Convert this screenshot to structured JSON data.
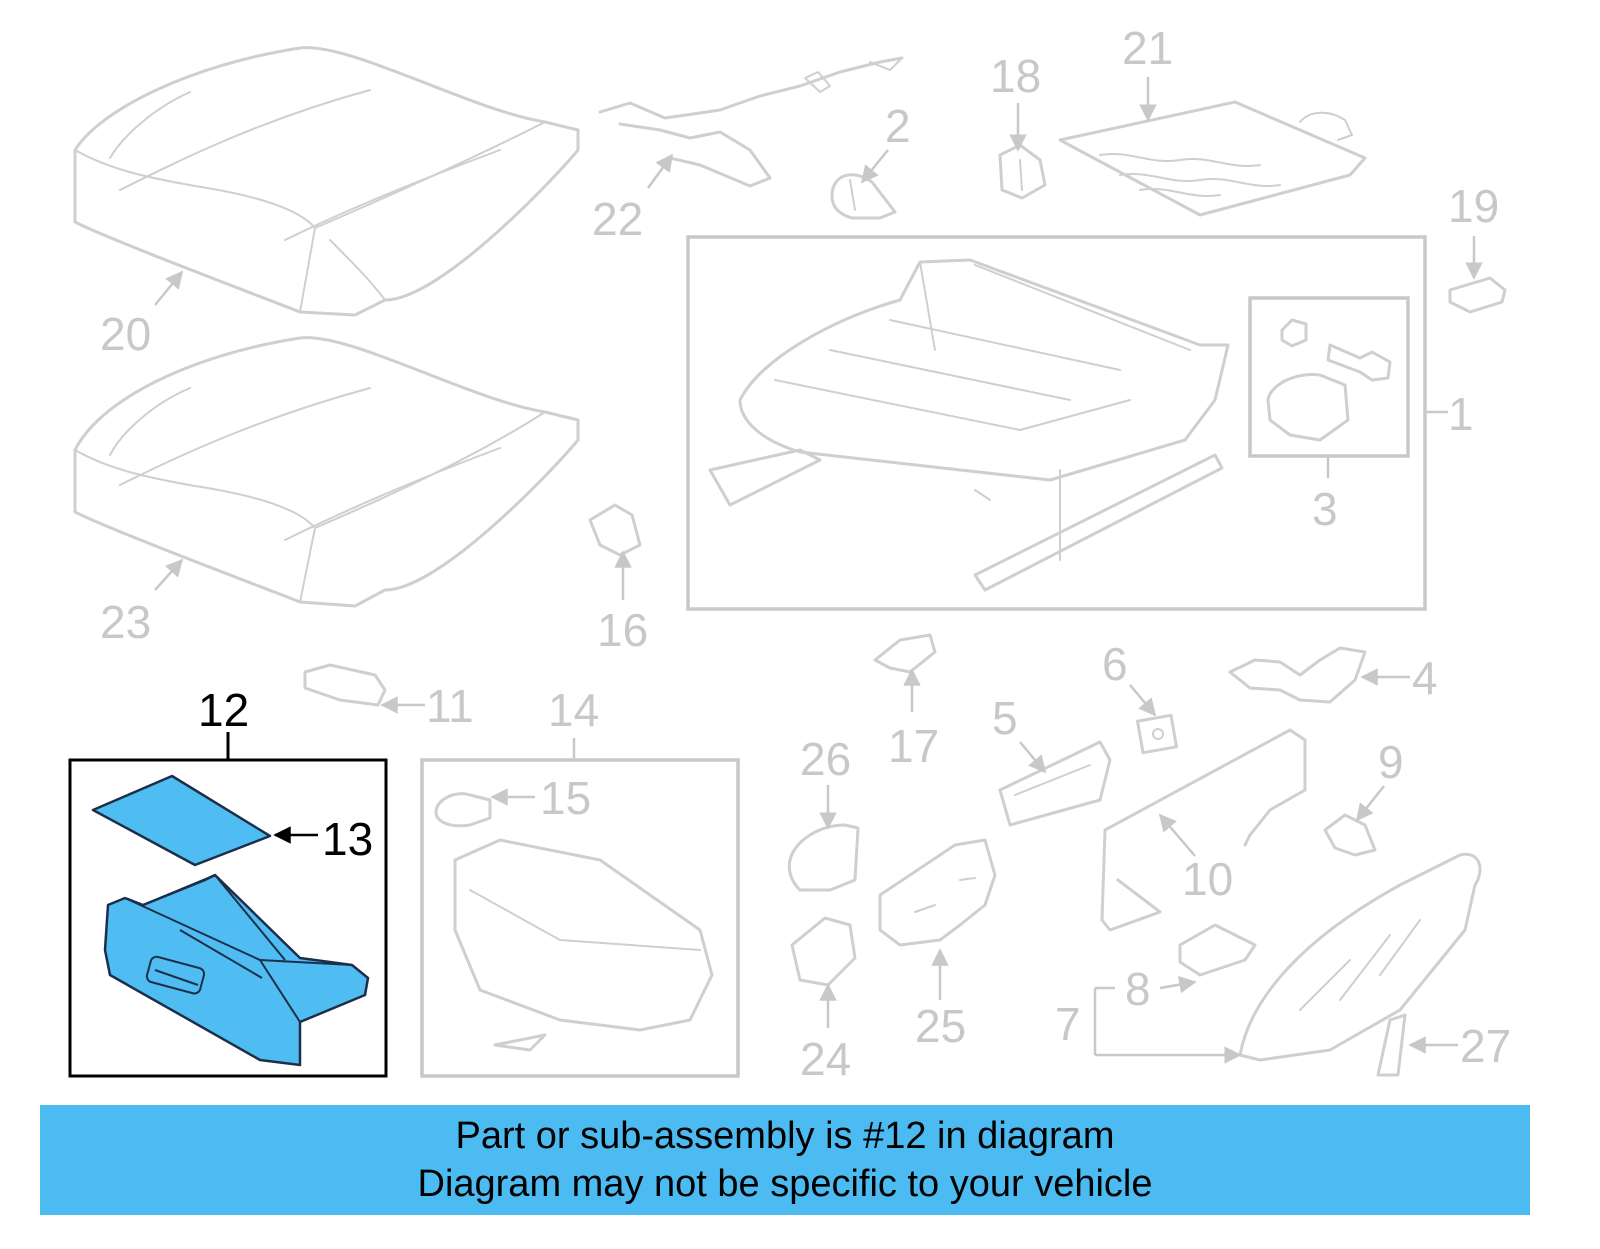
{
  "callouts": {
    "c1": "1",
    "c2": "2",
    "c3": "3",
    "c4": "4",
    "c5": "5",
    "c6": "6",
    "c7": "7",
    "c8": "8",
    "c9": "9",
    "c10": "10",
    "c11": "11",
    "c12": "12",
    "c13": "13",
    "c14": "14",
    "c15": "15",
    "c16": "16",
    "c17": "17",
    "c18": "18",
    "c19": "19",
    "c20": "20",
    "c21": "21",
    "c22": "22",
    "c23": "23",
    "c24": "24",
    "c25": "25",
    "c26": "26",
    "c27": "27"
  },
  "highlighted_part": "12",
  "colors": {
    "highlight": "#4fbdf1",
    "banner": "#4cbbf1",
    "faded": "#c8c8c8"
  },
  "banner": {
    "line1": "Part or sub-assembly is #12 in diagram",
    "line2": "Diagram may not be specific to your vehicle"
  }
}
